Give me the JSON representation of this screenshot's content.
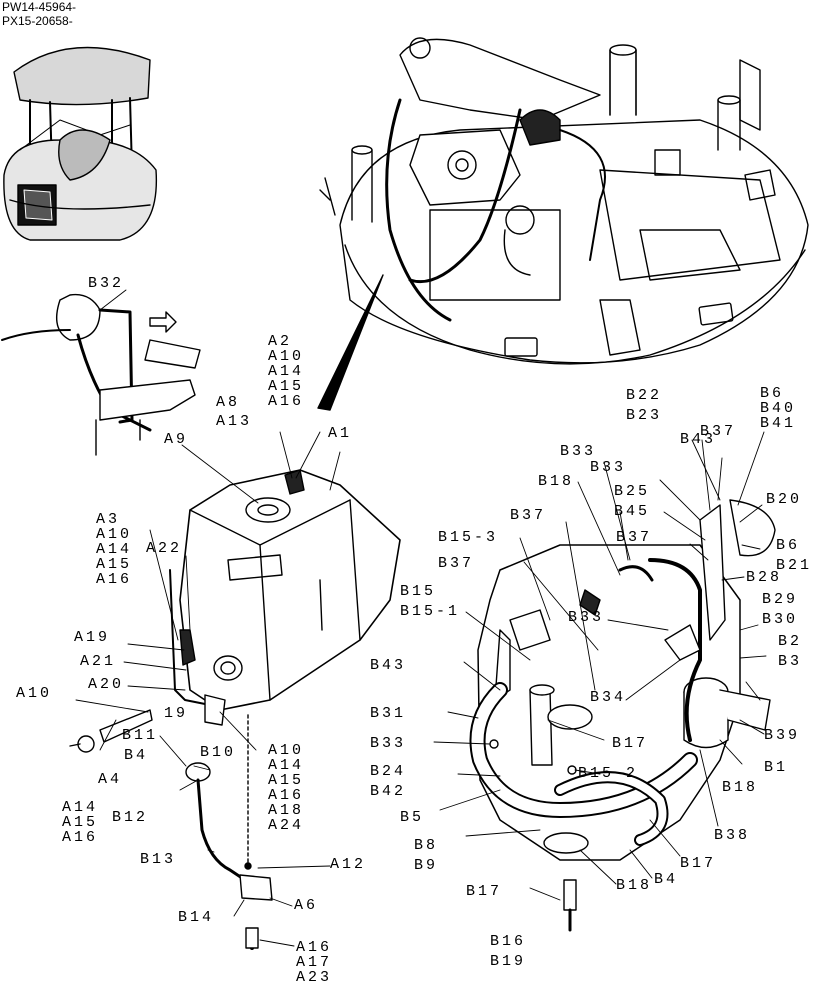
{
  "header": {
    "serial_1": "PW14-45964-",
    "serial_2": "PX15-20658-"
  },
  "callouts": {
    "B32": "B32",
    "A2": "A2",
    "A10": "A10",
    "A14": "A14",
    "A15": "A15",
    "A16": "A16",
    "A8": "A8",
    "A13": "A13",
    "A9": "A9",
    "A1": "A1",
    "A3": "A3",
    "A22": "A22",
    "A19": "A19",
    "A21": "A21",
    "A20": "A20",
    "A4": "A4",
    "A18": "A18",
    "A24": "A24",
    "A12": "A12",
    "A6": "A6",
    "A17": "A17",
    "A23": "A23",
    "B11": "B11",
    "B10": "B10",
    "B12": "B12",
    "B13": "B13",
    "B14": "B14",
    "B19_a": "19",
    "B22": "B22",
    "B23": "B23",
    "B43": "B43",
    "B37": "B37",
    "B6": "B6",
    "B40": "B40",
    "B41": "B41",
    "B33": "B33",
    "B18": "B18",
    "B25": "B25",
    "B45": "B45",
    "B20": "B20",
    "B21": "B21",
    "B15-3": "B15-3",
    "B15": "B15",
    "B15-1": "B15-1",
    "B28": "B28",
    "B29": "B29",
    "B30": "B30",
    "B2": "B2",
    "B3": "B3",
    "B34": "B34",
    "B31": "B31",
    "B17": "B17",
    "B39": "B39",
    "B1": "B1",
    "B24": "B24",
    "B42": "B42",
    "B15-2": "B15-2",
    "B5": "B5",
    "B38": "B38",
    "B8": "B8",
    "B9": "B9",
    "B4": "B4",
    "B16": "B16",
    "B19": "B19",
    "B4_left": "B4",
    "A10_b": "A10"
  }
}
